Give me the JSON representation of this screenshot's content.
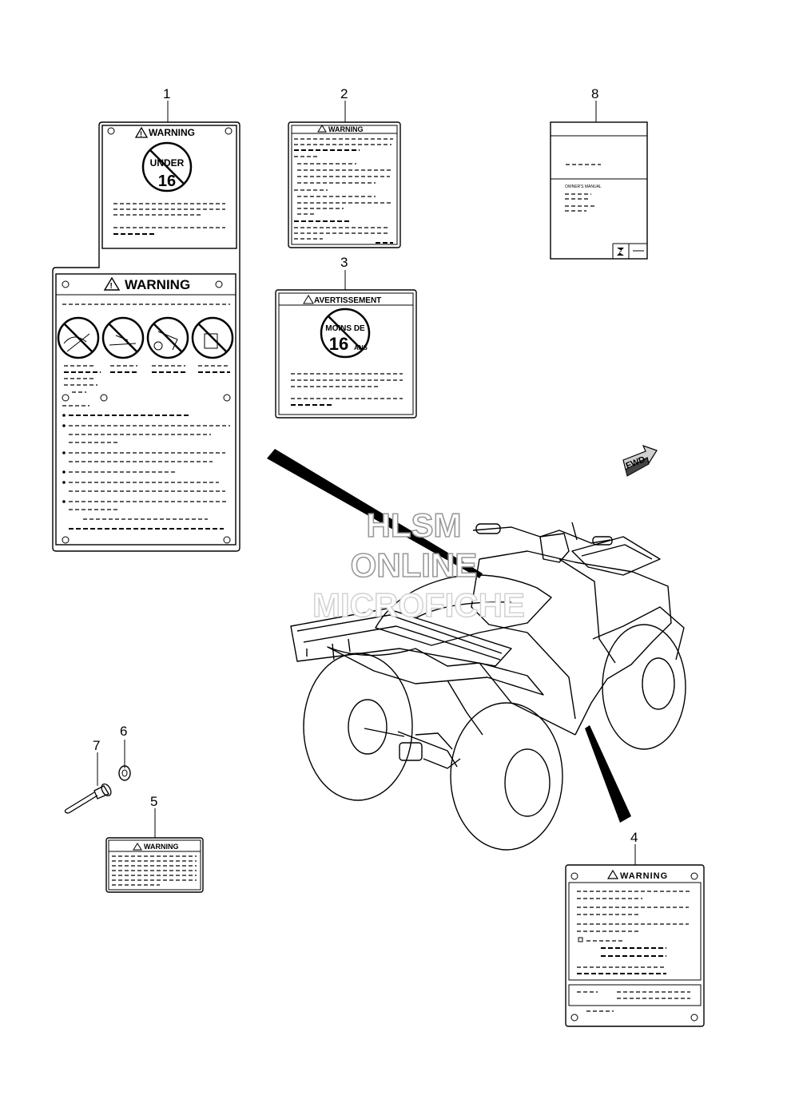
{
  "callouts": [
    "1",
    "2",
    "3",
    "4",
    "5",
    "6",
    "7",
    "8"
  ],
  "labels": {
    "warning": "WARNING",
    "avertissement": "AVERTISSEMENT",
    "under": "UNDER",
    "sixteen": "16",
    "moins_de": "MOINS DE",
    "ans": "ANS",
    "owners_manual": "OWNER'S MANUAL"
  },
  "fwd_mark": "FWD",
  "watermark": [
    "HLSM",
    "ONLINE",
    "MICROFICHE"
  ]
}
